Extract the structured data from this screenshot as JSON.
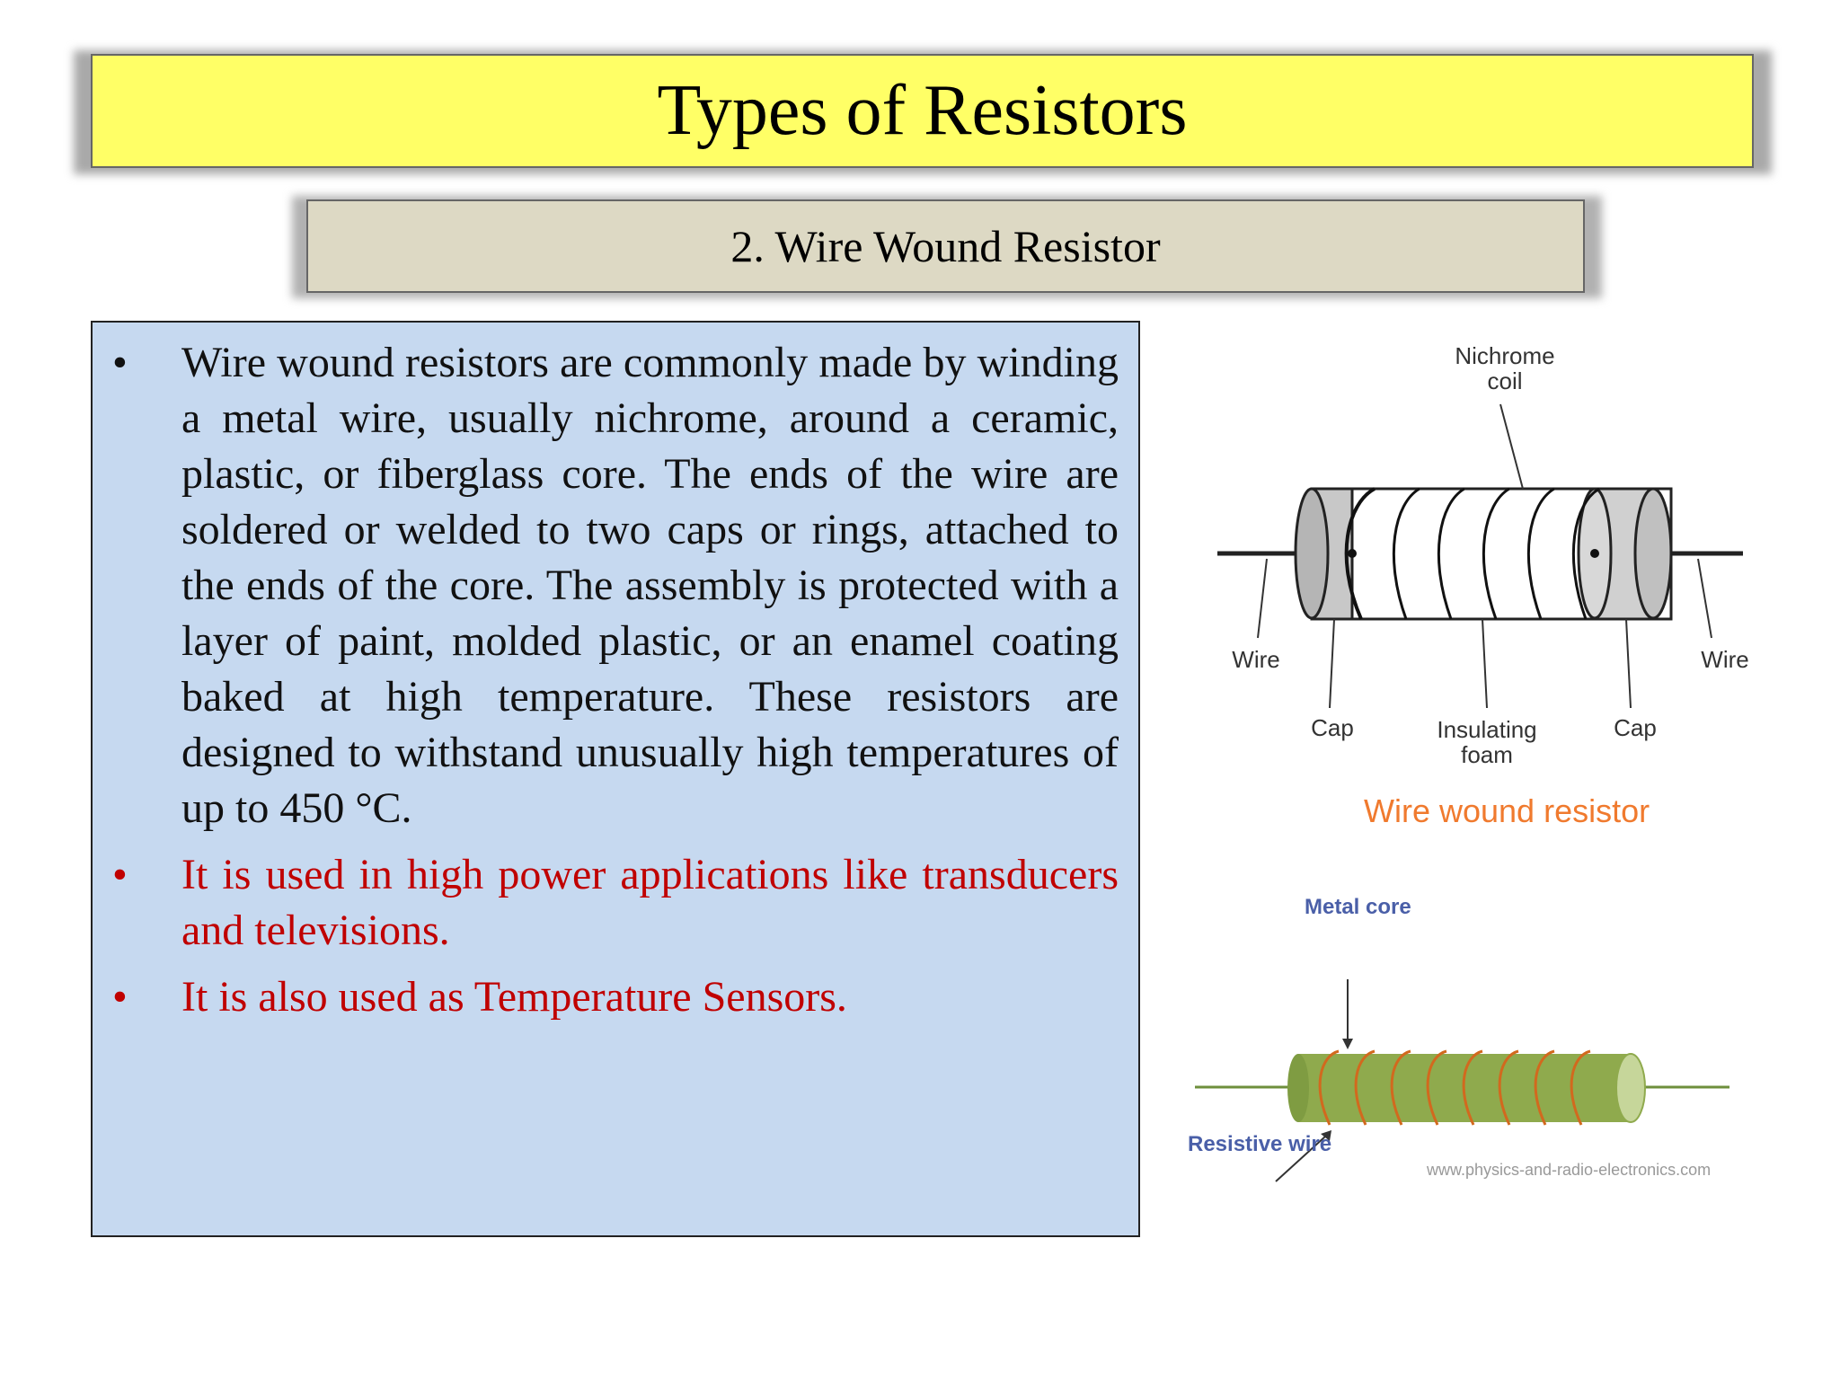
{
  "slide": {
    "title": "Types of Resistors",
    "subtitle": "2. Wire Wound Resistor"
  },
  "bullets": [
    {
      "text": "Wire wound resistors are commonly made by winding a metal wire, usually nichrome, around a ceramic, plastic, or fiberglass core. The ends of the wire are soldered or welded to two caps or rings, attached to the ends of the core. The assembly is protected with a layer of paint, molded plastic, or an enamel coating baked at high temperature. These resistors are designed to withstand unusually high temperatures of up to 450 °C.",
      "color": "#111111"
    },
    {
      "text": "It is used in high power applications like transducers and televisions.",
      "color": "#c00000"
    },
    {
      "text": "It is also used as Temperature Sensors.",
      "color": "#c00000"
    }
  ],
  "bullet_symbol": "•",
  "diagram1": {
    "labels": {
      "nichrome_coil": "Nichrome coil",
      "wire_left": "Wire",
      "wire_right": "Wire",
      "cap_left": "Cap",
      "cap_right": "Cap",
      "insulating_foam": "Insulating foam"
    },
    "caption": "Wire wound resistor"
  },
  "diagram2": {
    "metal_core": "Metal core",
    "resistive_wire": "Resistive wire",
    "credit": "www.physics-and-radio-electronics.com"
  },
  "colors": {
    "title_bg": "#ffff66",
    "subtitle_bg": "#ddd9c4",
    "text_bg": "#c6d9f0",
    "highlight_text": "#c00000",
    "caption": "#f07a2e",
    "core_green": "#8faa4d",
    "coil_orange": "#d2691e"
  }
}
